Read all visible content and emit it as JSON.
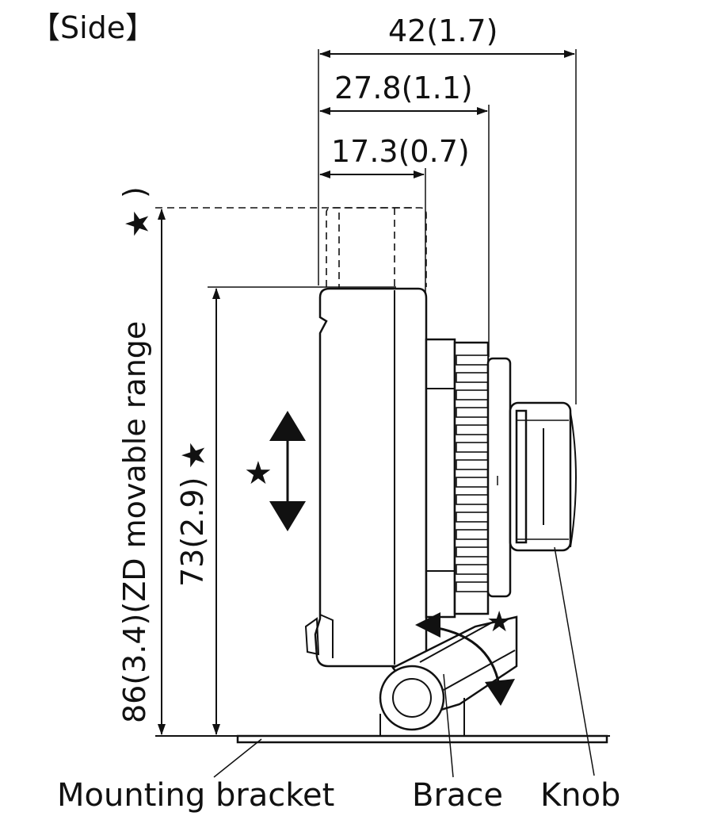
{
  "title": "【Side】",
  "dimensions": {
    "overall_depth": "42(1.7)",
    "brace_depth": "27.8(1.1)",
    "body_depth": "17.3(0.7)",
    "body_height": "73(2.9)",
    "movable_range": "86(3.4)(ZD movable range"
  },
  "labels": {
    "mounting_bracket": "Mounting bracket",
    "brace": "Brace",
    "knob": "Knob"
  },
  "colors": {
    "line": "#111111",
    "background": "#ffffff"
  },
  "icons": [
    "star-icon",
    "double-arrow-icon",
    "curved-arrow-icon"
  ]
}
